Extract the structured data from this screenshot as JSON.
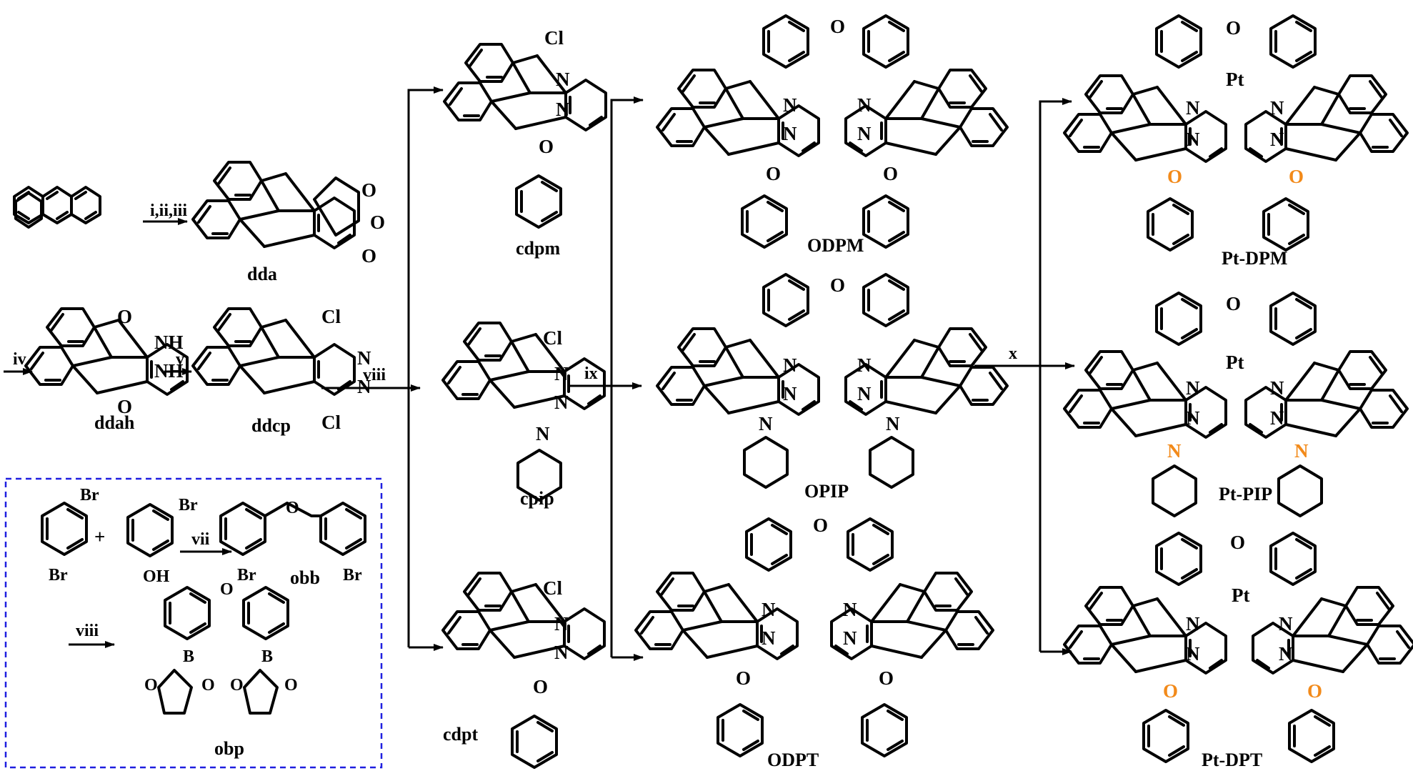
{
  "compounds": {
    "dda": "dda",
    "ddah": "ddah",
    "ddcp": "ddcp",
    "obb": "obb",
    "obp": "obp",
    "cdpm": "cdpm",
    "cpip": "cpip",
    "cdpt": "cdpt",
    "odpm": "ODPM",
    "opip": "OPIP",
    "odpt": "ODPT",
    "pt_dpm": "Pt-DPM",
    "pt_pip": "Pt-PIP",
    "pt_dpt": "Pt-DPT"
  },
  "steps": {
    "s1": "i,ii,iii",
    "s4": "iv",
    "s5": "v",
    "s7": "vii",
    "s8a": "viii",
    "s8b": "viii",
    "s9": "ix",
    "s10": "x"
  },
  "atoms": {
    "o": "O",
    "cl": "Cl",
    "n": "N",
    "nh": "NH",
    "br": "Br",
    "oh": "OH",
    "b": "B",
    "pt": "Pt",
    "plus": "+"
  },
  "colors": {
    "ligand_core": "#1f1fe0",
    "substituent": "#f28a1a",
    "box": "#1f1fe0"
  }
}
